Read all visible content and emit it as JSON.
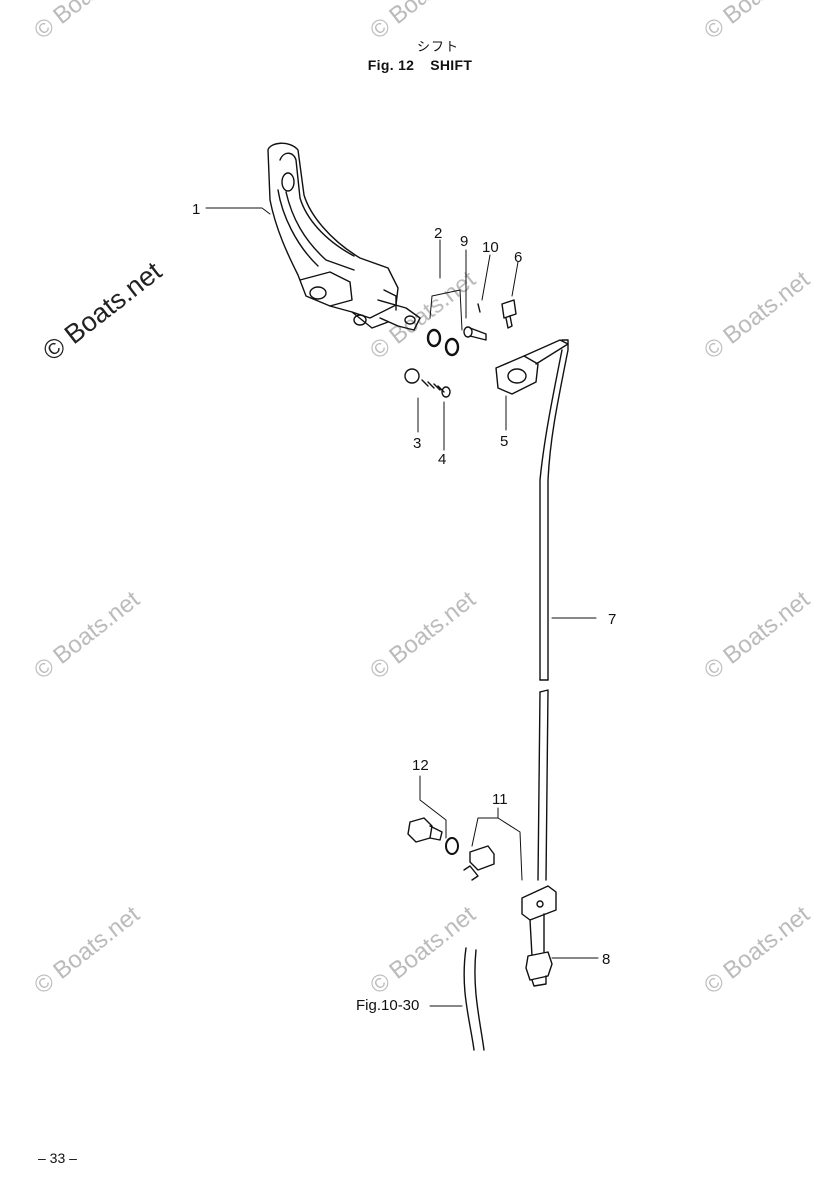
{
  "header": {
    "title_jp": "シフト",
    "fig_number": "Fig. 12",
    "fig_name": "SHIFT"
  },
  "watermark": {
    "text": "© Boats.net"
  },
  "callouts": [
    "1",
    "2",
    "9",
    "10",
    "6",
    "3",
    "4",
    "5",
    "7",
    "12",
    "11",
    "8"
  ],
  "reference_label": "Fig.10-30",
  "page_number": "– 33 –"
}
